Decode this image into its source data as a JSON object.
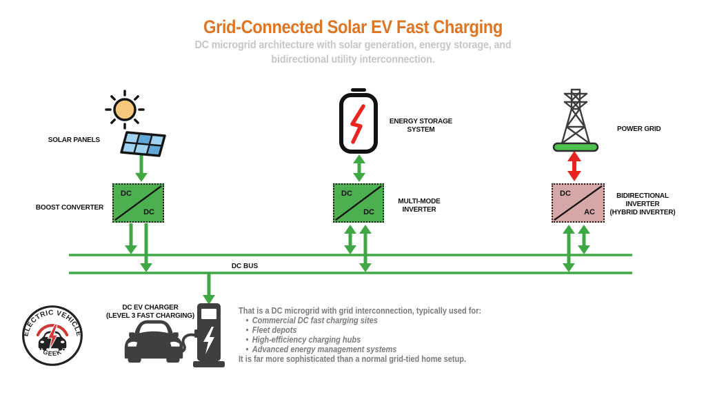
{
  "header": {
    "title": "Grid-Connected Solar EV Fast Charging",
    "subtitle_line1": "DC microgrid architecture with solar generation, energy storage, and",
    "subtitle_line2": "bidirectional utility interconnection."
  },
  "labels": {
    "solar_panels": "SOLAR PANELS",
    "boost_converter": "BOOST CONVERTER",
    "energy_storage_line1": "ENERGY STORAGE",
    "energy_storage_line2": "SYSTEM",
    "multi_mode_line1": "MULTI-MODE",
    "multi_mode_line2": "INVERTER",
    "power_grid": "POWER GRID",
    "bidirectional_line1": "BIDIRECTIONAL",
    "bidirectional_line2": "INVERTER",
    "bidirectional_line3": "(HYBRID INVERTER)",
    "dc_bus": "DC BUS",
    "ev_charger_line1": "DC EV CHARGER",
    "ev_charger_line2": "(LEVEL 3 FAST CHARGING)"
  },
  "converters": {
    "boost": {
      "in": "DC",
      "out": "DC"
    },
    "multi_mode": {
      "in": "DC",
      "out": "DC"
    },
    "bidirectional": {
      "in": "DC",
      "out": "AC"
    }
  },
  "description": {
    "intro": "That is a DC microgrid with grid interconnection, typically used for:",
    "bullets": [
      "Commercial DC fast charging sites",
      "Fleet depots",
      "High-efficiency charging hubs",
      "Advanced energy management systems"
    ],
    "outro": "It is far more sophisticated than a normal grid-tied home setup."
  },
  "logo": {
    "arc_top": "ELECTRIC VEHICLE",
    "arc_bottom": "• GEEK •"
  },
  "colors": {
    "accent_orange": "#dd7522",
    "green": "#3fa845",
    "red": "#e62520",
    "pink_box": "#d6a7a7",
    "green_box": "#4caf50",
    "dark_icon": "#3f3f3f",
    "subtitle_gray": "#c6c6c6",
    "body_text_gray": "#7a7a7a"
  }
}
